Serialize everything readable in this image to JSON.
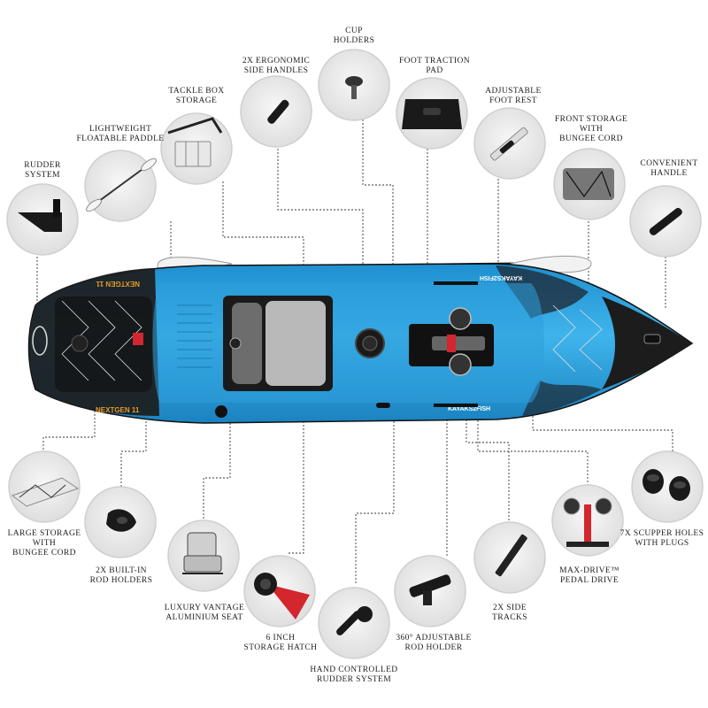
{
  "brand_text": "KAYAKS2FISH",
  "model_text": "NEXTGEN 11",
  "colors": {
    "hull_blue": "#2aa3e0",
    "hull_dark": "#1c1c1c",
    "accent_red": "#d3262e",
    "line": "#333333",
    "circle_border": "#cfcfcf"
  },
  "features": [
    {
      "id": "rudder-system",
      "label": "RUDDER\nSYSTEM",
      "icon": "rudder-icon"
    },
    {
      "id": "paddle",
      "label": "LIGHTWEIGHT\nFLOATABLE PADDLE",
      "icon": "paddle-icon"
    },
    {
      "id": "tackle-box",
      "label": "TACKLE BOX\nSTORAGE",
      "icon": "tackle-box-icon"
    },
    {
      "id": "side-handles",
      "label": "2X ERGONOMIC\nSIDE HANDLES",
      "icon": "handle-icon"
    },
    {
      "id": "cup-holders",
      "label": "CUP\nHOLDERS",
      "icon": "cup-holder-icon"
    },
    {
      "id": "foot-traction",
      "label": "FOOT TRACTION\nPAD",
      "icon": "traction-pad-icon"
    },
    {
      "id": "foot-rest",
      "label": "ADJUSTABLE\nFOOT REST",
      "icon": "foot-rest-icon"
    },
    {
      "id": "front-storage",
      "label": "FRONT STORAGE\nWITH\nBUNGEE CORD",
      "icon": "bungee-storage-icon"
    },
    {
      "id": "convenient-handle",
      "label": "CONVENIENT\nHANDLE",
      "icon": "carry-handle-icon"
    },
    {
      "id": "large-storage",
      "label": "LARGE STORAGE\nWITH\nBUNGEE CORD",
      "icon": "rear-storage-icon"
    },
    {
      "id": "rod-holders-built-in",
      "label": "2X BUILT-IN\nROD HOLDERS",
      "icon": "flush-rod-holder-icon"
    },
    {
      "id": "seat",
      "label": "LUXURY VANTAGE\nALUMINIUM SEAT",
      "icon": "seat-icon"
    },
    {
      "id": "storage-hatch",
      "label": "6 INCH\nSTORAGE HATCH",
      "icon": "hatch-icon"
    },
    {
      "id": "hand-rudder",
      "label": "HAND CONTROLLED\nRUDDER SYSTEM",
      "icon": "rudder-lever-icon"
    },
    {
      "id": "adjustable-rod-holder",
      "label": "360° ADJUSTABLE\nROD HOLDER",
      "icon": "rod-holder-icon"
    },
    {
      "id": "side-tracks",
      "label": "2X SIDE\nTRACKS",
      "icon": "track-icon"
    },
    {
      "id": "pedal-drive",
      "label": "MAX-DRIVE™\nPEDAL DRIVE",
      "icon": "pedal-drive-icon"
    },
    {
      "id": "scupper-holes",
      "label": "7X SCUPPER HOLES\nWITH PLUGS",
      "icon": "scupper-plug-icon"
    }
  ]
}
